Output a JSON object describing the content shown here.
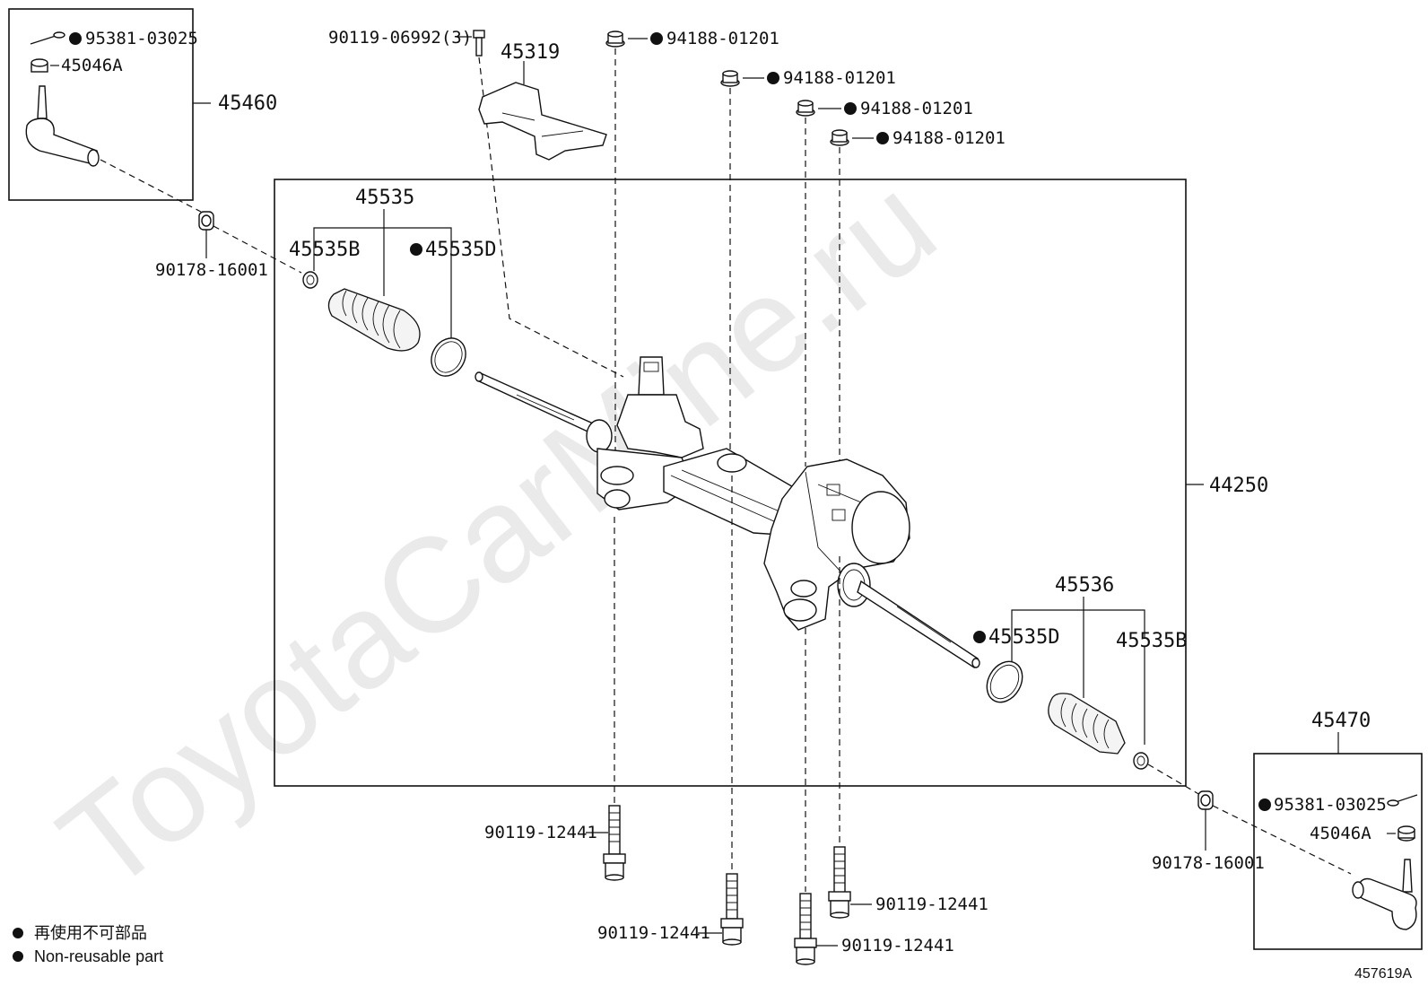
{
  "watermark": "ToyotaCarMine.ru",
  "diagram_code": "457619A",
  "legend": {
    "item1": "再使用不可部品",
    "item2": "Non-reusable part"
  },
  "callouts": {
    "tie_rod_end_left": "45460",
    "cotter_pin_left": "95381-03025",
    "nut_left": "45046A",
    "bushing_left": "90178-16001",
    "bolt_top": "90119-06992(3)",
    "insulator": "45319",
    "nut_1": "94188-01201",
    "nut_2": "94188-01201",
    "nut_3": "94188-01201",
    "nut_4": "94188-01201",
    "boot_left_group": "45535",
    "clip_left": "45535B",
    "clamp_left": "45535D",
    "gear_assy": "44250",
    "boot_right_group": "45536",
    "clamp_right": "45535D",
    "clip_right": "45535B",
    "tie_rod_end_right": "45470",
    "cotter_pin_right": "95381-03025",
    "nut_right": "45046A",
    "bushing_right": "90178-16001",
    "bolt_1": "90119-12441",
    "bolt_2": "90119-12441",
    "bolt_3": "90119-12441",
    "bolt_4": "90119-12441"
  }
}
